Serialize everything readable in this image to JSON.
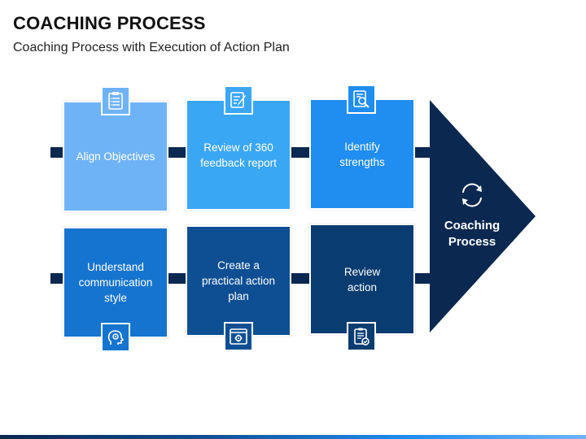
{
  "header": {
    "title": "COACHING PROCESS",
    "subtitle": "Coaching Process with Execution of Action Plan"
  },
  "colors": {
    "connector": "#0b2850",
    "arrow": "#0b2850",
    "box1": "#6fb3f7",
    "box2": "#3aa7f4",
    "box3": "#1f8ef0",
    "box4": "#1574cf",
    "box5": "#0e4f94",
    "box6": "#093c70"
  },
  "steps": [
    {
      "label": "Align Objectives",
      "icon": "clipboard-icon"
    },
    {
      "label": "Review of 360 feedback report",
      "icon": "document-pen-icon"
    },
    {
      "label": "Identify strengths",
      "icon": "search-document-icon"
    },
    {
      "label": "Understand communication style",
      "icon": "head-gear-icon"
    },
    {
      "label": "Create a practical action plan",
      "icon": "browser-gear-icon"
    },
    {
      "label": "Review action",
      "icon": "checklist-icon"
    }
  ],
  "arrow": {
    "label": "Coaching Process",
    "icon": "cycle-icon"
  }
}
